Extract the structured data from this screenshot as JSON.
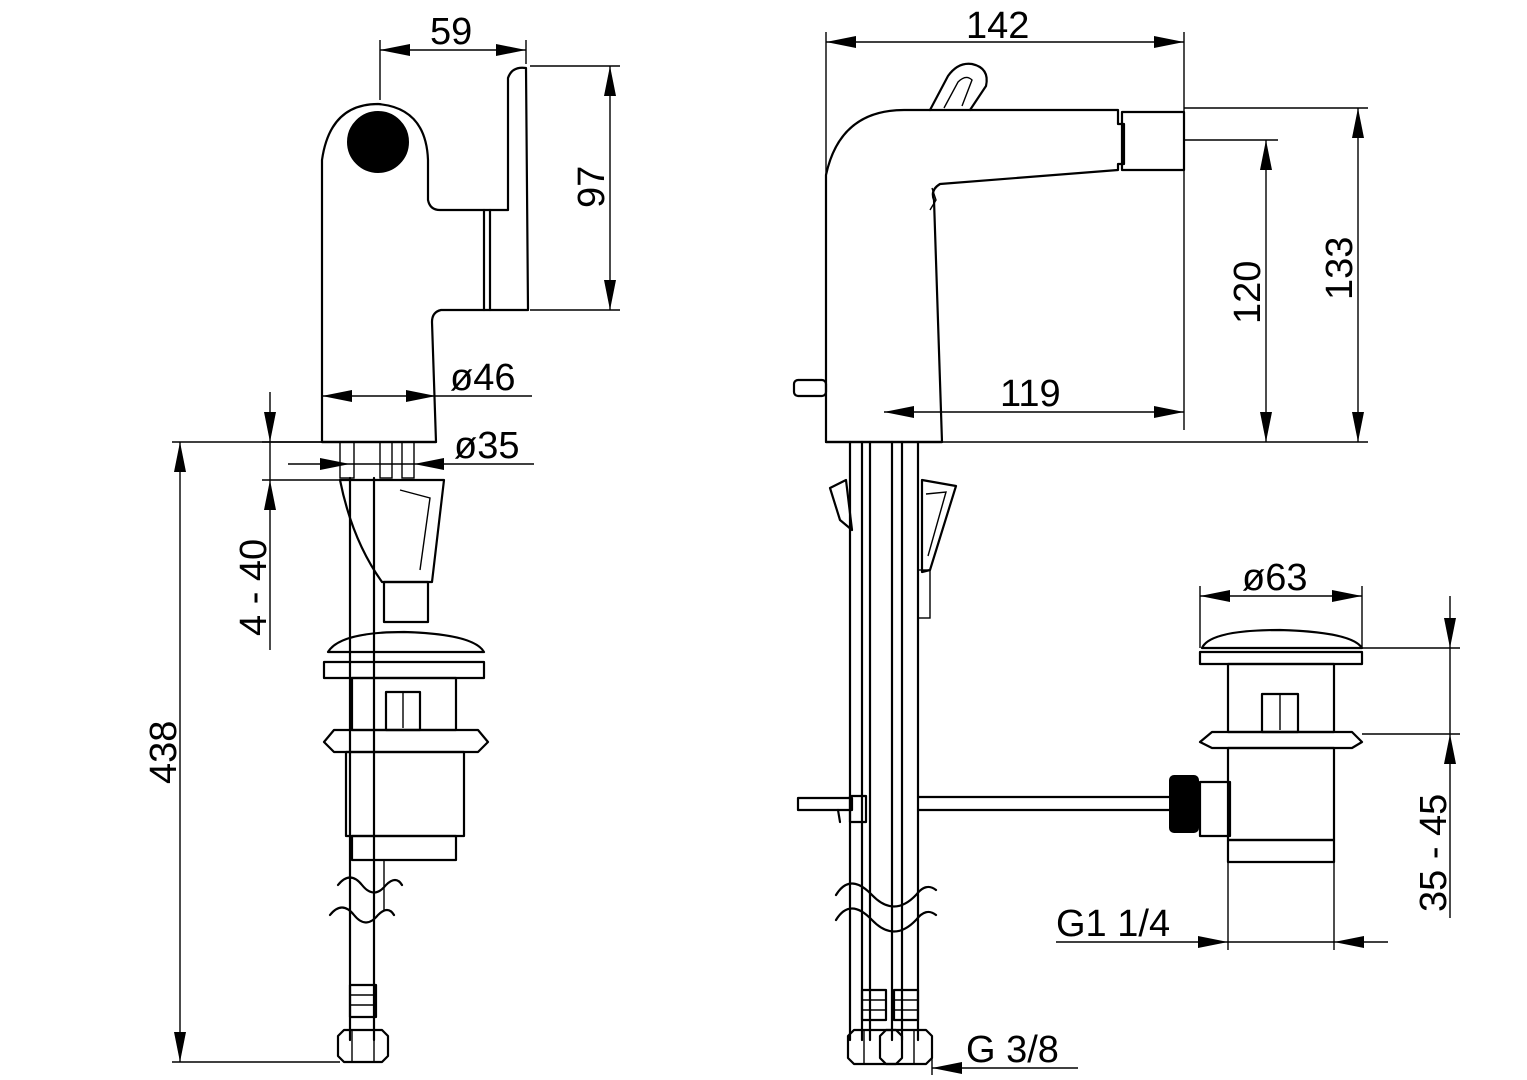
{
  "dimensions": {
    "side_width": "59",
    "side_height": "97",
    "base_diameter": "ø46",
    "thread_diameter": "ø35",
    "deck_thickness": "4 - 40",
    "total_height": "438",
    "total_width": "142",
    "spout_height": "120",
    "overall_height": "133",
    "spout_reach": "119",
    "waste_diameter": "ø63",
    "waste_thread": "G1 1/4",
    "waste_range": "35 - 45",
    "hose_thread": "G 3/8"
  }
}
